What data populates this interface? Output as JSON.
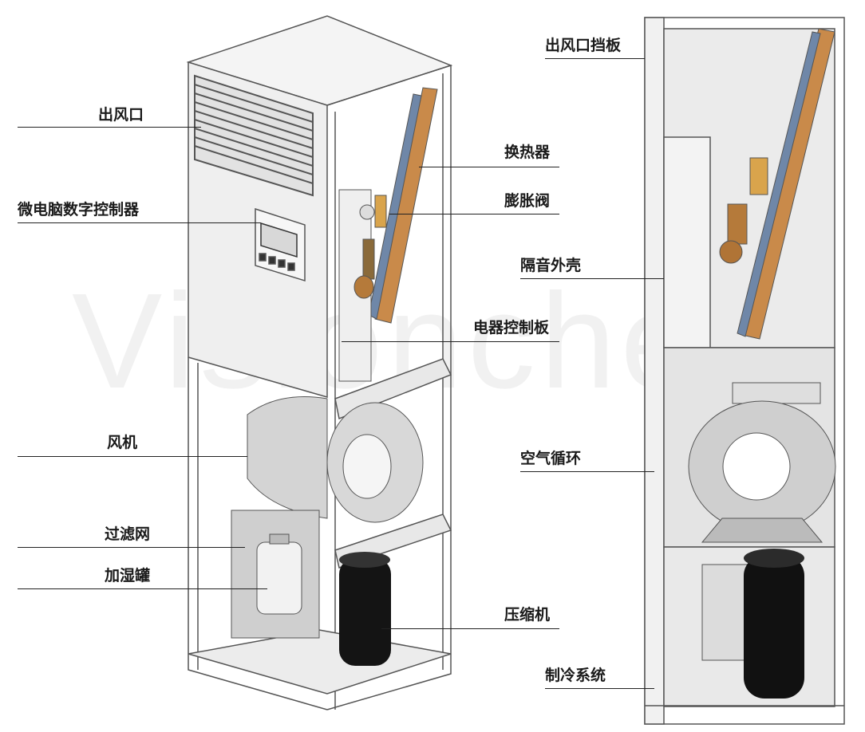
{
  "watermark": "Visionchem",
  "labels": {
    "outlet": "出风口",
    "controller": "微电脑数字控制器",
    "fan": "风机",
    "filter": "过滤网",
    "humidifier": "加湿罐",
    "heat_exchanger": "换热器",
    "expansion_valve": "膨胀阀",
    "electric_board": "电器控制板",
    "compressor": "压缩机",
    "outlet_baffle": "出风口挡板",
    "sound_shell": "隔音外壳",
    "air_circulation": "空气循环",
    "refrigeration": "制冷系统"
  },
  "colors": {
    "frame": "#555555",
    "panel": "#eeeeee",
    "coil": "#c98a4a",
    "compressor": "#111111",
    "fan": "#cfcfcf"
  }
}
